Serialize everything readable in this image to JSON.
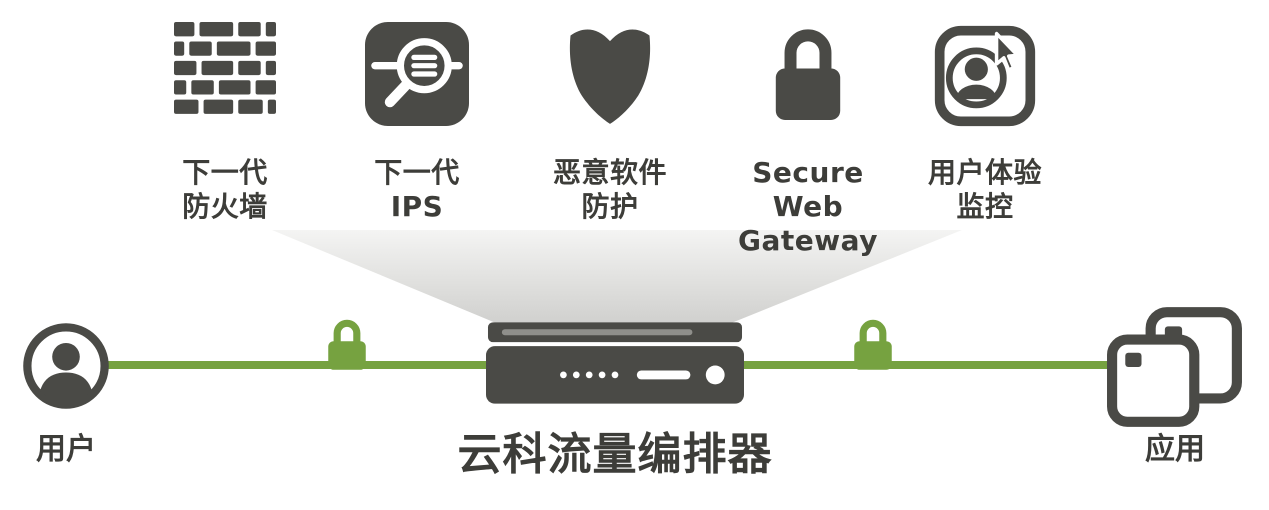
{
  "diagram": {
    "title": "云科流量编排器",
    "services": [
      {
        "icon": "firewall-icon",
        "label_line1": "下一代",
        "label_line2": "防火墙"
      },
      {
        "icon": "ips-magnifier-icon",
        "label_line1": "下一代",
        "label_line2": "IPS"
      },
      {
        "icon": "shield-icon",
        "label_line1": "恶意软件",
        "label_line2": "防护"
      },
      {
        "icon": "lock-icon",
        "label_line1": "Secure Web",
        "label_line2": "Gateway"
      },
      {
        "icon": "user-experience-icon",
        "label_line1": "用户体验",
        "label_line2": "监控"
      }
    ],
    "endpoints": {
      "user_label": "用户",
      "orchestrator_label": "云科流量编排器",
      "apps_label": "应用"
    },
    "icons_on_line": [
      "user-circle-icon",
      "green-lock-icon",
      "server-appliance-icon",
      "green-lock-icon",
      "stacked-apps-icon"
    ],
    "colors": {
      "dark": "#4a4a46",
      "green": "#76a240",
      "funnel_top": "#f4f4f3",
      "funnel_bottom": "#cfcfcd",
      "text": "#3d3d39"
    }
  }
}
